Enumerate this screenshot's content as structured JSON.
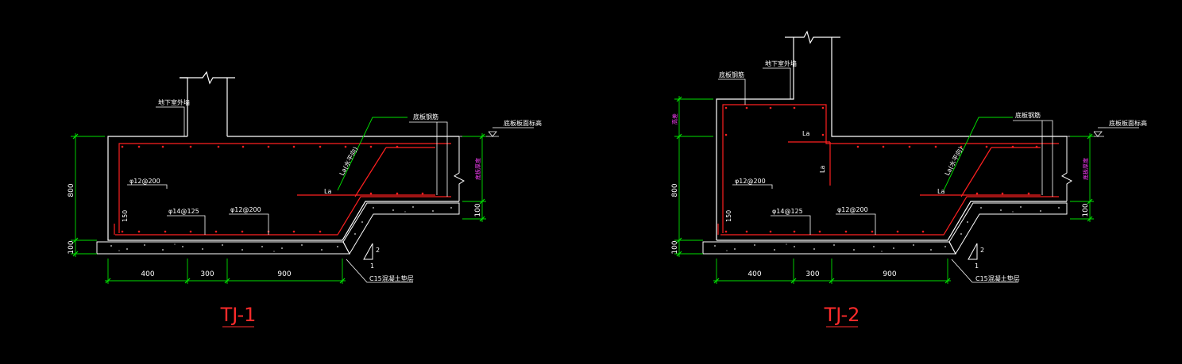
{
  "colors": {
    "background": "#000000",
    "outline": "#ffffff",
    "rebar": "#ff2020",
    "dimension": "#00e000",
    "magenta_text": "#ff40ff",
    "title": "#ff2b2b"
  },
  "details": [
    {
      "id": "tj1",
      "title": "TJ-1",
      "labels": {
        "wall": "地下室外墙",
        "bottom_bar": "底板钢筋",
        "elevation": "底板板面标高",
        "anchor_ext": "La(水平向)",
        "anchor": "La",
        "rebar_top": "φ12@200",
        "rebar_bottom": "φ14@125",
        "rebar_bottom2": "φ12@200",
        "hook": "150",
        "cushion": "C15混凝土垫层",
        "slope_num": "2",
        "slope_den": "1",
        "slab_thk": "底板厚度"
      },
      "dims": {
        "horizontal": [
          "400",
          "300",
          "900"
        ],
        "left_vertical": [
          "800",
          "100"
        ],
        "right_vertical": [
          "100"
        ]
      }
    },
    {
      "id": "tj2",
      "title": "TJ-2",
      "labels": {
        "wall": "地下室外墙",
        "bottom_bar": "底板钢筋",
        "elevation": "底板板面标高",
        "anchor_ext": "La(水平向)",
        "anchor": "La",
        "anchor_top": "La",
        "anchor_vert": "La",
        "wall_bar": "底板钢筋",
        "rebar_top": "φ12@200",
        "rebar_bottom": "φ14@125",
        "rebar_bottom2": "φ12@200",
        "hook": "150",
        "cushion": "C15混凝土垫层",
        "slope_num": "2",
        "slope_den": "1",
        "slab_thk": "底板厚度",
        "top_thk": "高差"
      },
      "dims": {
        "horizontal": [
          "400",
          "300",
          "900"
        ],
        "left_vertical": [
          "800",
          "100"
        ],
        "right_vertical": [
          "100"
        ]
      }
    }
  ]
}
